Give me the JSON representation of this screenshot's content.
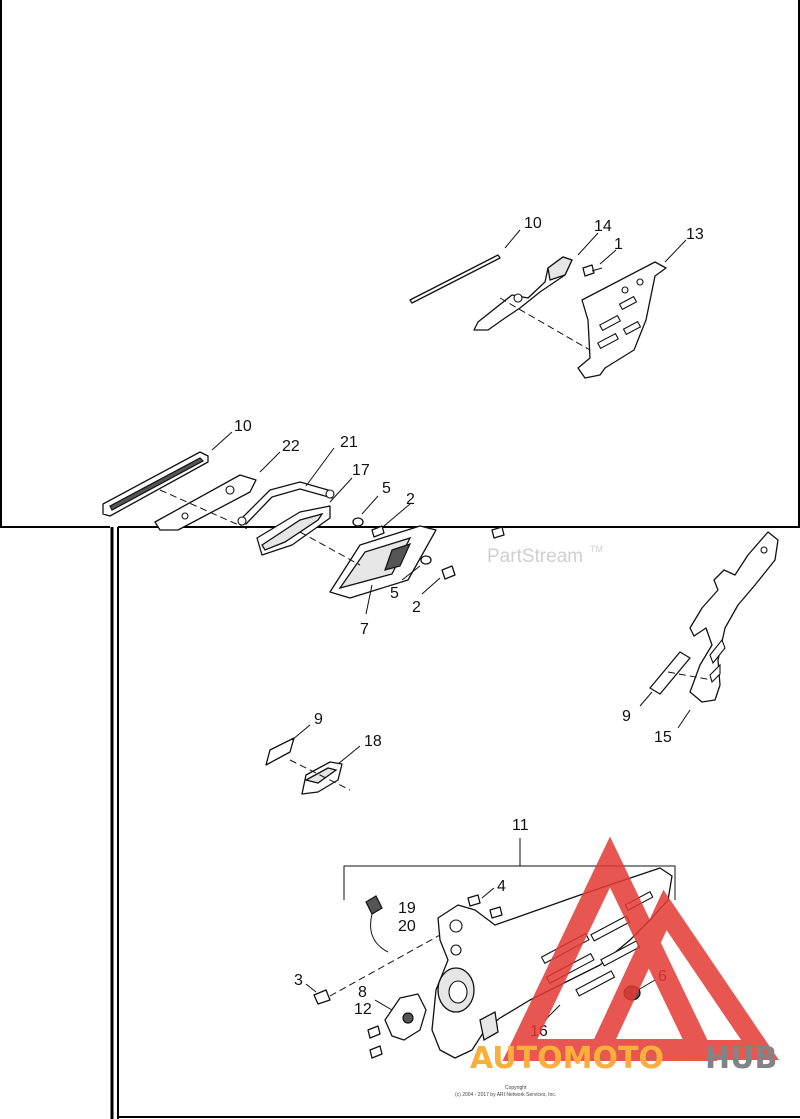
{
  "callouts": {
    "c10a": "10",
    "c14": "14",
    "c1": "1",
    "c13": "13",
    "c10b": "10",
    "c22": "22",
    "c21": "21",
    "c17": "17",
    "c5a": "5",
    "c2a": "2",
    "c5b": "5",
    "c2b": "2",
    "c7": "7",
    "c9a": "9",
    "c15": "15",
    "c9b": "9",
    "c18": "18",
    "c11": "11",
    "c4": "4",
    "c19": "19",
    "c20": "20",
    "c3": "3",
    "c8": "8",
    "c12": "12",
    "c6": "6",
    "c16": "16"
  },
  "watermark": {
    "text": "PartStream",
    "tm": "TM"
  },
  "copyright": {
    "line1": "Copyright",
    "line2": "(c) 2004 - 2017 by ARI Network Services, Inc."
  },
  "logo": {
    "part1": "AUTOMOTO",
    "part2": "HUB"
  },
  "colors": {
    "logo_red": "#e53935",
    "logo_orange": "#f7a21b",
    "logo_grey": "#6d6e71",
    "frame": "#000000"
  }
}
